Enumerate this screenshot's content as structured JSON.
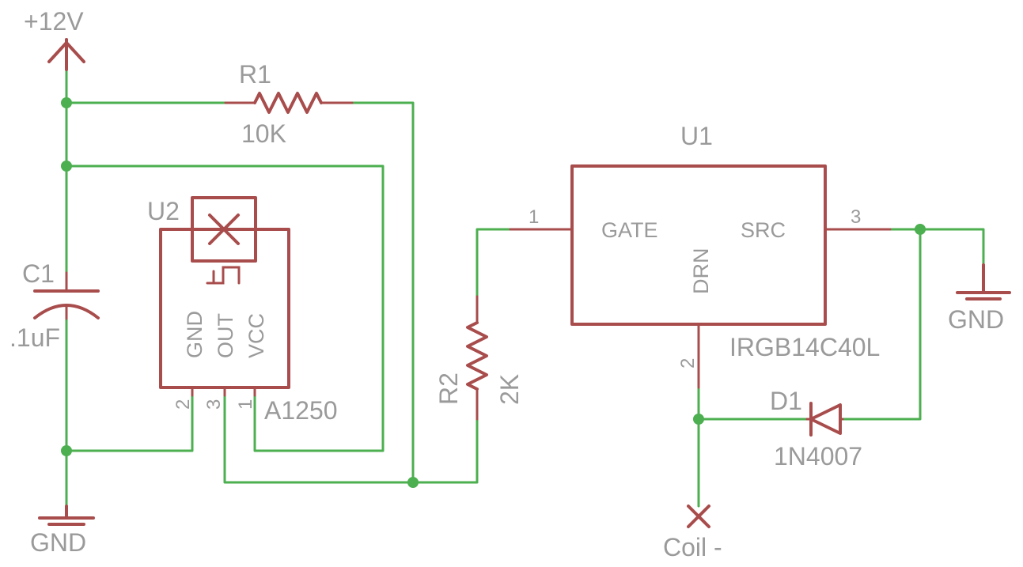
{
  "supply": {
    "label": "+12V"
  },
  "r1": {
    "ref": "R1",
    "value": "10K"
  },
  "r2": {
    "ref": "R2",
    "value": "2K"
  },
  "c1": {
    "ref": "C1",
    "value": ".1uF"
  },
  "u2": {
    "ref": "U2",
    "part": "A1250",
    "pin_names": [
      "GND",
      "OUT",
      "VCC"
    ],
    "pin_numbers": [
      "2",
      "3",
      "1"
    ]
  },
  "u1": {
    "ref": "U1",
    "part": "IRGB14C40L",
    "pin_names": {
      "gate": "GATE",
      "drain": "DRN",
      "source": "SRC"
    },
    "pin_numbers": {
      "gate": "1",
      "drain": "2",
      "source": "3"
    }
  },
  "d1": {
    "ref": "D1",
    "value": "1N4007"
  },
  "gnd_left": {
    "label": "GND"
  },
  "gnd_right": {
    "label": "GND"
  },
  "coil": {
    "label": "Coil -"
  }
}
